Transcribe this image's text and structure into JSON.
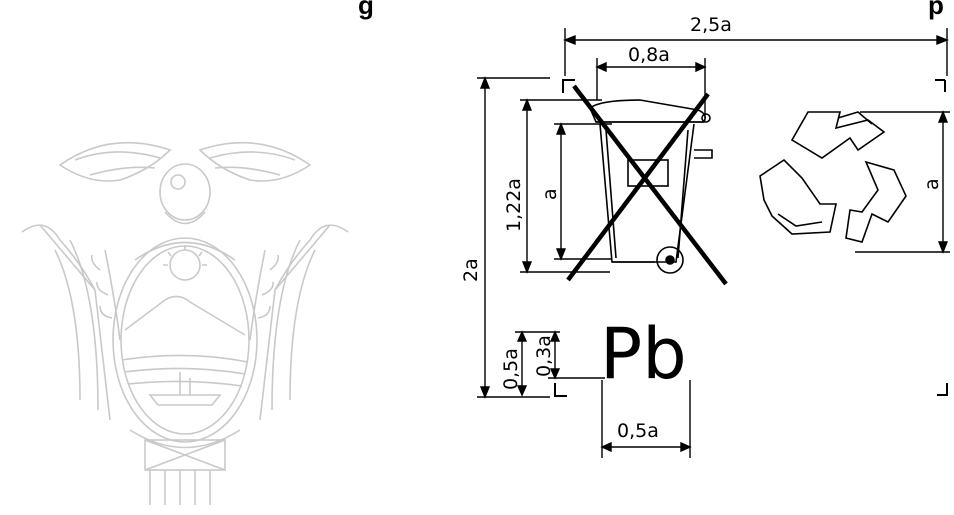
{
  "header": {
    "fragment_left": "g",
    "fragment_right": "p"
  },
  "seal": {
    "icon": "coat-of-arms-watermark-icon"
  },
  "dimensions": {
    "top_width": "2,5a",
    "inner_width": "0,8a",
    "bin_height": "1,22a",
    "bin_inner": "a",
    "total_height": "2a",
    "recycle_height": "a",
    "pb_box": "0,5a",
    "pb_letter": "0,3a",
    "pb_width": "0,5a"
  },
  "symbol": {
    "pb_text": "Pb",
    "icons": [
      "crossed-out-wheelie-bin-icon",
      "recycling-arrows-icon"
    ]
  },
  "colors": {
    "ink": "#000000",
    "watermark": "#c9c9c9"
  }
}
